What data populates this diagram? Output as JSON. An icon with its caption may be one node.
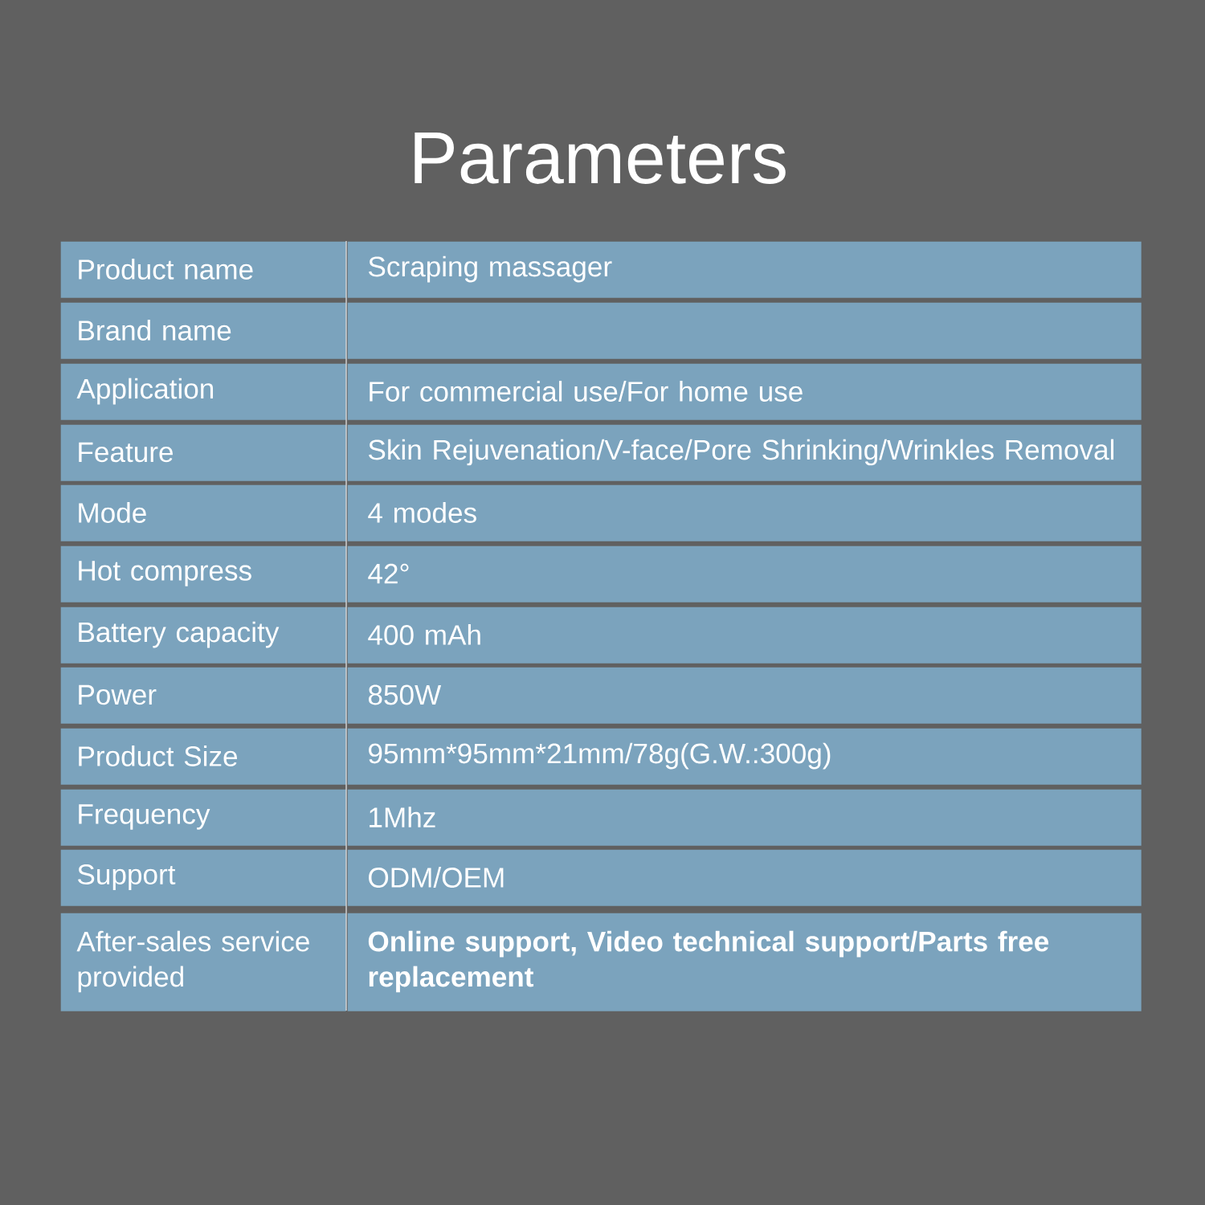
{
  "diagram": {
    "title": "Parameters",
    "labels": [
      "Product name",
      "Scraping massager",
      "Brand name",
      "Application",
      "For commercial use/For home use",
      "Feature",
      "Skin Rejuvenation/V-face/Pore Shrinking/Wrinkles Removal",
      "Mode",
      "4 modes",
      "Hot compress",
      "42°",
      "Battery capacity",
      "400 mAh",
      "Power",
      "850W",
      "Product Size",
      "95mm*95mm*21mm/78g(G.W.:300g)",
      "Frequency",
      "1Mhz",
      "Support",
      "ODM/OEM",
      "After-sales service provided",
      "Online support, Video technical support/Parts free replacement"
    ]
  }
}
